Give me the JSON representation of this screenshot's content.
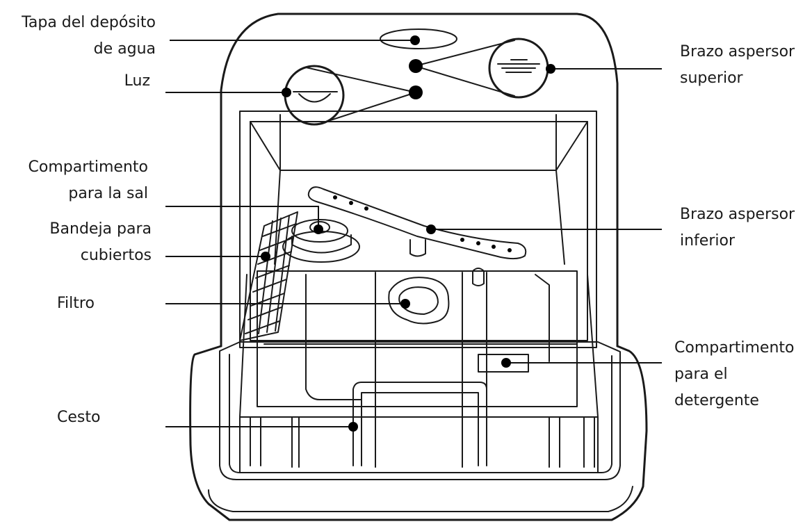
{
  "diagram": {
    "labels": {
      "water_tank_cap": [
        "Tapa del depósito",
        "de agua"
      ],
      "light": [
        "Luz"
      ],
      "salt_compartment": [
        "Compartimento",
        "para la sal"
      ],
      "cutlery_tray": [
        "Bandeja para",
        "cubiertos"
      ],
      "filter": [
        "Filtro"
      ],
      "basket": [
        "Cesto"
      ],
      "upper_spray_arm": [
        "Brazo aspersor",
        "superior"
      ],
      "lower_spray_arm": [
        "Brazo aspersor",
        "inferior"
      ],
      "detergent_compartment": [
        "Compartimento",
        "para el",
        "detergente"
      ]
    }
  }
}
